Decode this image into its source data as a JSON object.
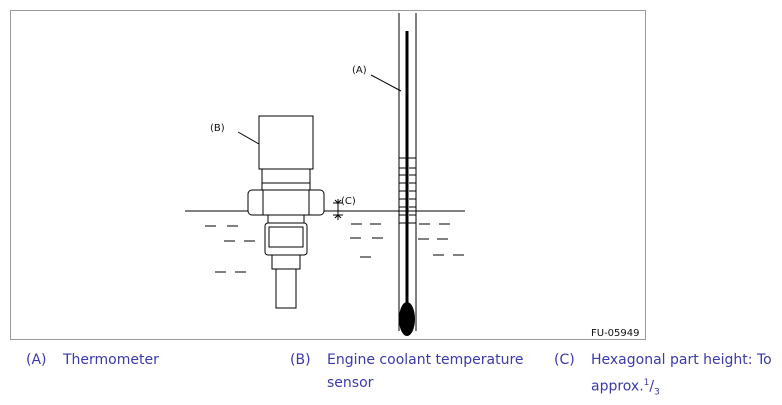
{
  "figure": {
    "callouts": {
      "a": "(A)",
      "b": "(B)",
      "c": "(C)"
    },
    "figure_id": "FU-05949"
  },
  "legend": [
    {
      "letter": "(A)",
      "text": "Thermometer"
    },
    {
      "letter": "(B)",
      "text_line1": "Engine coolant temperature",
      "text_line2": "sensor"
    },
    {
      "letter": "(C)",
      "text_line1": "Hexagonal part height: To",
      "text_line2_prefix": "approx.",
      "fraction_num": "1",
      "fraction_den": "3"
    }
  ]
}
